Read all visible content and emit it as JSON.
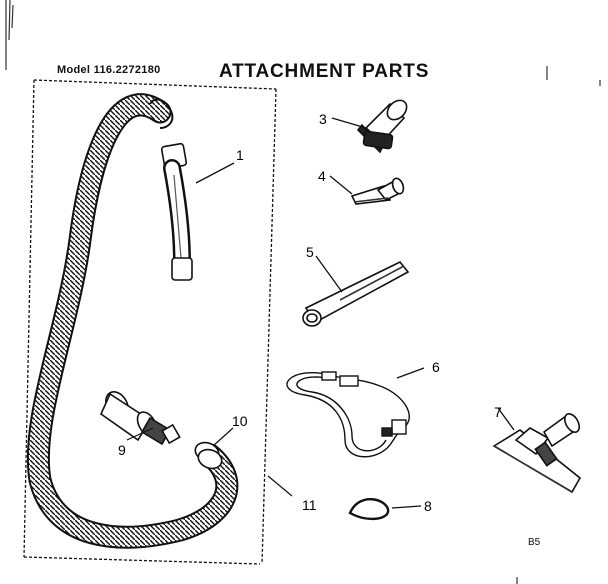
{
  "header": {
    "model": "Model 116.2272180",
    "title": "ATTACHMENT PARTS"
  },
  "callouts": [
    "1",
    "3",
    "4",
    "5",
    "6",
    "7",
    "8",
    "9",
    "10",
    "11"
  ],
  "footer": {
    "code": "B5"
  },
  "colors": {
    "ink": "#111111",
    "paper": "#ffffff",
    "shade": "#555555"
  }
}
